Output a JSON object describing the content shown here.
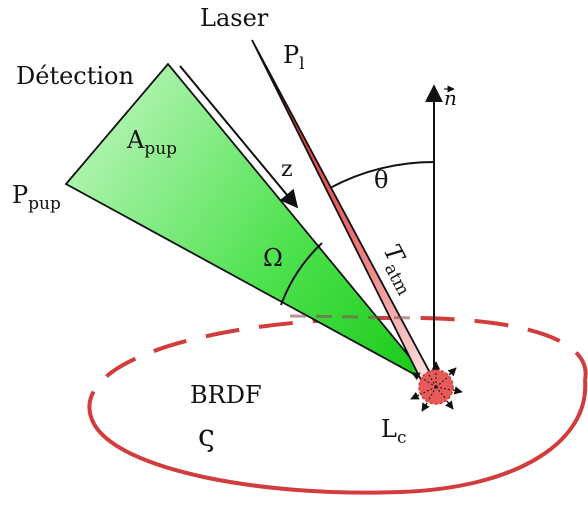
{
  "diagram": {
    "labels": {
      "laser": "Laser",
      "detection": "Détection",
      "p_l": "P",
      "p_l_sub": "l",
      "n_vector": "n",
      "a_pup": "A",
      "a_pup_sub": "pup",
      "p_pup": "P",
      "p_pup_sub": "pup",
      "z": "z",
      "theta": "θ",
      "omega": "Ω",
      "t_atm": "T",
      "t_atm_sub": "atm",
      "brdf": "BRDF",
      "zeta": "ς",
      "l_c": "L",
      "l_c_sub": "c"
    },
    "colors": {
      "detection_cone": "#22dd22",
      "laser_beam": "#e02222",
      "brdf_ellipse": "#d23c3c",
      "target_spot": "#e85a5a",
      "stroke": "#111111"
    }
  }
}
